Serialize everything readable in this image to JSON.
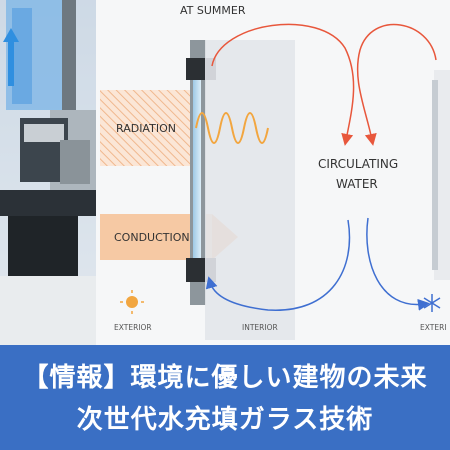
{
  "diagram": {
    "header": "AT SUMMER",
    "labels": {
      "radiation": "RADIATION",
      "conduction": "CONDUCTION",
      "circulating_line1": "CIRCULATING",
      "circulating_line2": "WATER",
      "exterior_left": "EXTERIOR",
      "interior": "INTERIOR",
      "exterior_right": "EXTERI"
    },
    "icons": [
      "sun-icon",
      "snowflake-icon",
      "up-arrow-icon"
    ],
    "colors": {
      "hot_arrow": "#e8573c",
      "cold_arrow": "#3f6fd1",
      "conduction": "#f0a66a",
      "radiation_wave": "#f2a640"
    }
  },
  "banner": {
    "line1": "【情報】環境に優しい建物の未来",
    "line2": "次世代水充填ガラス技術",
    "color": "#3a6fc4"
  }
}
